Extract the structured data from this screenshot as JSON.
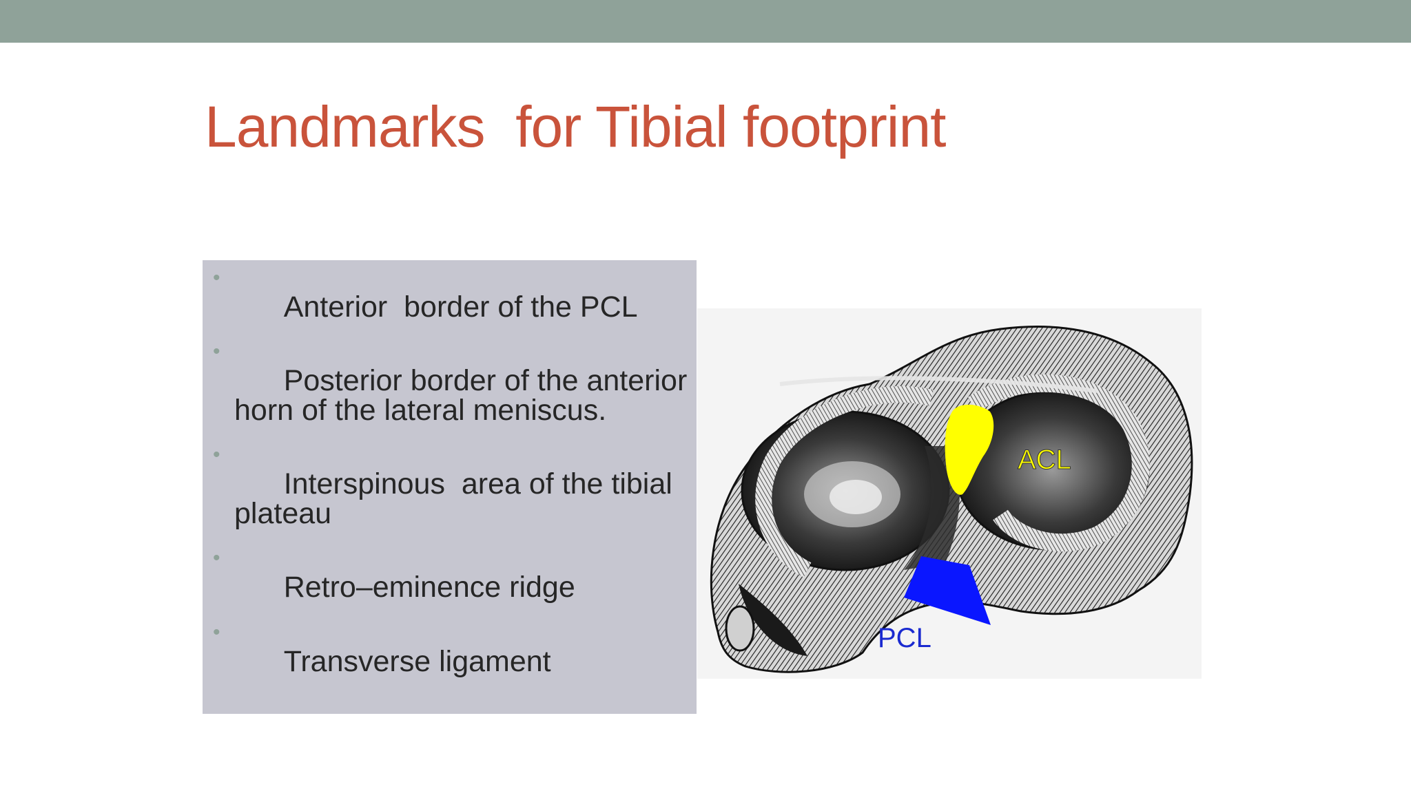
{
  "slide": {
    "title": "Landmarks  for Tibial footprint",
    "bullets": [
      "Anterior  border of the PCL",
      "Posterior border of the anterior\nhorn of the lateral meniscus.",
      "Interspinous  area of the tibial\nplateau",
      "Retro–eminence ridge",
      "Transverse ligament"
    ],
    "bullet_marker": "•"
  },
  "figure": {
    "acl_label": "ACL",
    "pcl_label": "PCL"
  },
  "colors": {
    "top_bar": "#8fa299",
    "title": "#c9533b",
    "panel": "#c6c6d0",
    "acl_highlight": "#ffff00",
    "pcl_highlight": "#0a16ff"
  }
}
